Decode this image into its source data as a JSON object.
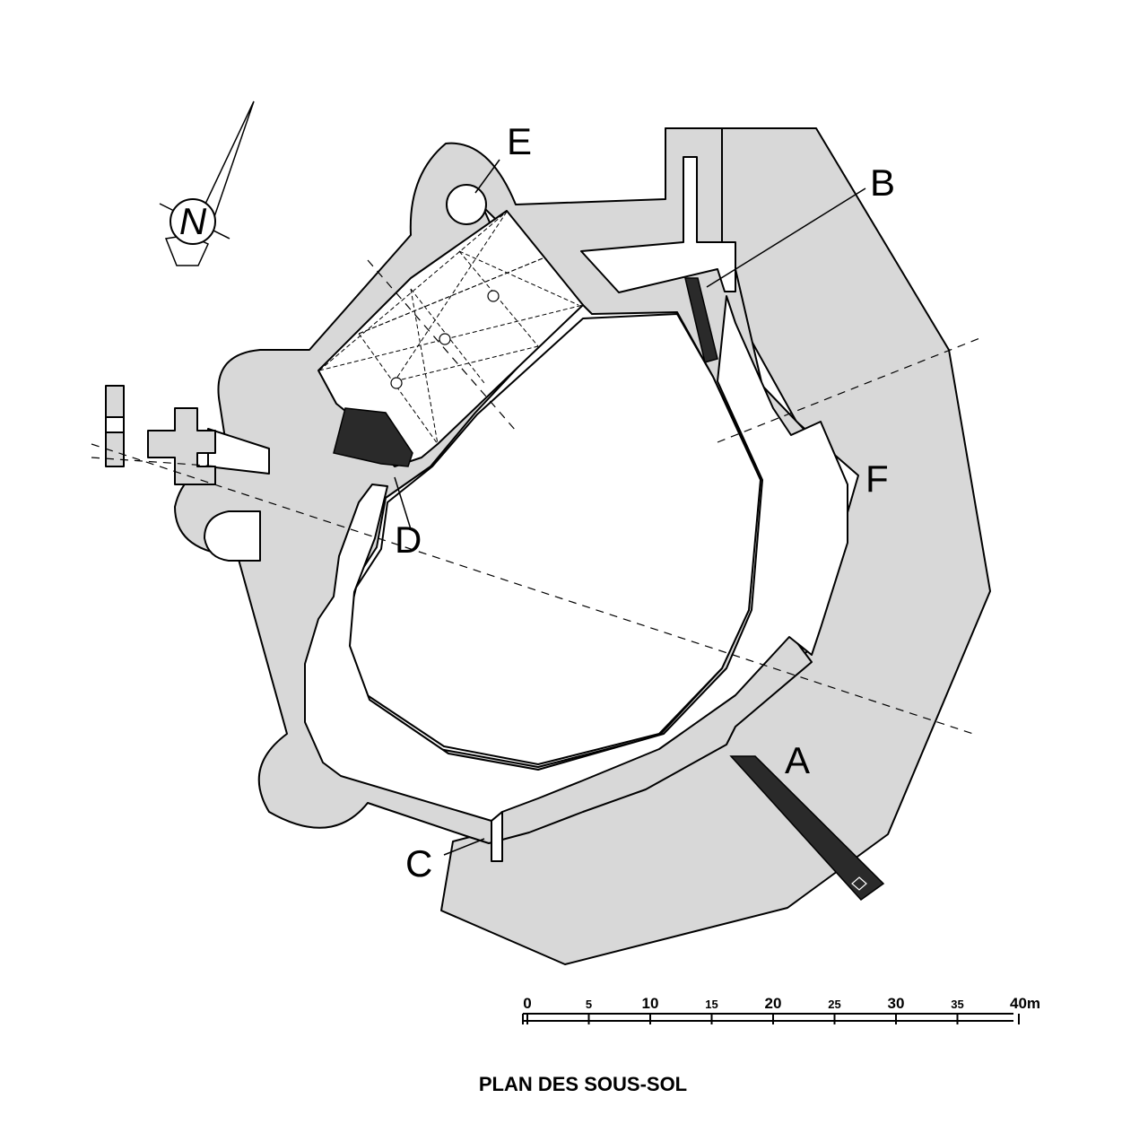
{
  "labels": {
    "A": "A",
    "B": "B",
    "C": "C",
    "D": "D",
    "E": "E",
    "F": "F",
    "north": "N"
  },
  "scale": {
    "ticks": [
      "0",
      "5",
      "10",
      "15",
      "20",
      "25",
      "30",
      "35",
      "40m"
    ]
  },
  "caption": "PLAN DES SOUS-SOL",
  "colors": {
    "wall_fill": "#d8d8d8",
    "stair_fill": "#2a2a2a",
    "outline": "#000000"
  }
}
